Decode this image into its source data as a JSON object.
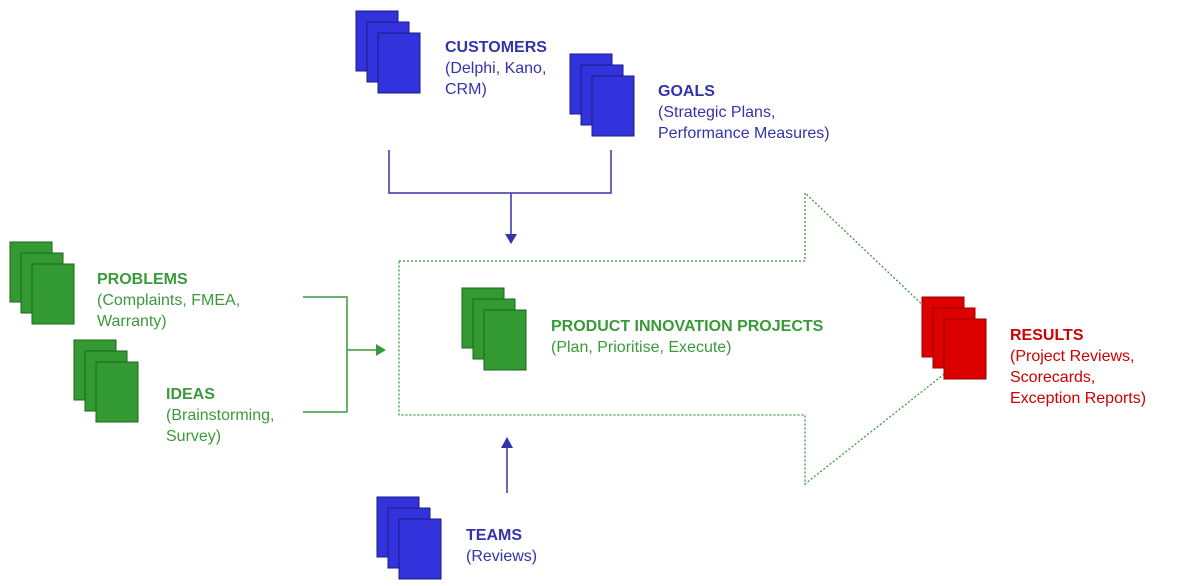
{
  "colors": {
    "blue_fill": "#3333dd",
    "blue_stroke": "#1a1a80",
    "blue_text": "#3333aa",
    "green_fill": "#339933",
    "green_stroke": "#1a661a",
    "green_text": "#3a9a3a",
    "red_fill": "#dd0000",
    "red_stroke": "#990000",
    "red_text": "#cc0000",
    "connector_blue": "#3333aa",
    "connector_green": "#3a9a3a"
  },
  "nodes": {
    "customers": {
      "title": "CUSTOMERS",
      "lines": [
        "(Delphi, Kano,",
        "CRM)"
      ],
      "icon": "document-stack-icon"
    },
    "goals": {
      "title": "GOALS",
      "lines": [
        "(Strategic Plans,",
        "Performance Measures)"
      ],
      "icon": "document-stack-icon"
    },
    "problems": {
      "title": "PROBLEMS",
      "lines": [
        "(Complaints, FMEA,",
        "Warranty)"
      ],
      "icon": "document-stack-icon"
    },
    "ideas": {
      "title": "IDEAS",
      "lines": [
        "(Brainstorming,",
        "Survey)"
      ],
      "icon": "document-stack-icon"
    },
    "projects": {
      "title": "PRODUCT INNOVATION PROJECTS",
      "lines": [
        "(Plan, Prioritise, Execute)"
      ],
      "icon": "document-stack-icon"
    },
    "results": {
      "title": "RESULTS",
      "lines": [
        "(Project Reviews,",
        "Scorecards,",
        "Exception Reports)"
      ],
      "icon": "document-stack-icon"
    },
    "teams": {
      "title": "TEAMS",
      "lines": [
        "(Reviews)"
      ],
      "icon": "document-stack-icon"
    }
  }
}
